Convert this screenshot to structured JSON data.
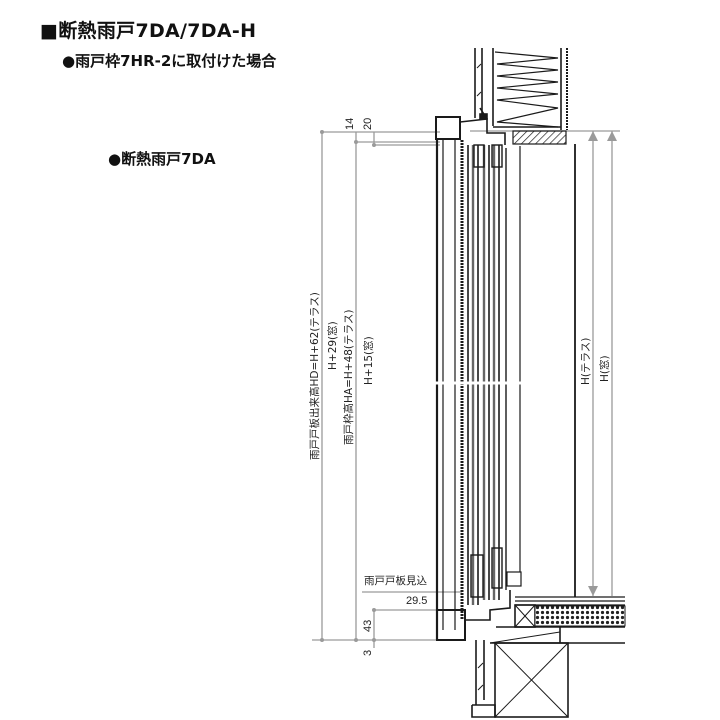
{
  "header": {
    "title": "■断熱雨戸7DA/7DA-H",
    "subtitle": "●雨戸枠7HR-2に取付けた場合",
    "section_label": "●断熱雨戸7DA"
  },
  "dimensions": {
    "top_14": "14",
    "top_20": "20",
    "hd_label": "雨戸戸板出来高HD=H+62(テラス)",
    "h29_label": "H+29(窓)",
    "ha_label": "雨戸枠高HA=H+48(テラス)",
    "h15_label": "H+15(窓)",
    "h_terrace": "H(テラス)",
    "h_window": "H(窓)",
    "panel_depth_label": "雨戸戸板見込",
    "panel_depth_value": "29.5",
    "bottom_43": "43",
    "bottom_3": "3"
  },
  "colors": {
    "line": "#1a1a1a",
    "dim_line": "#9a9a9a",
    "text": "#111111"
  }
}
